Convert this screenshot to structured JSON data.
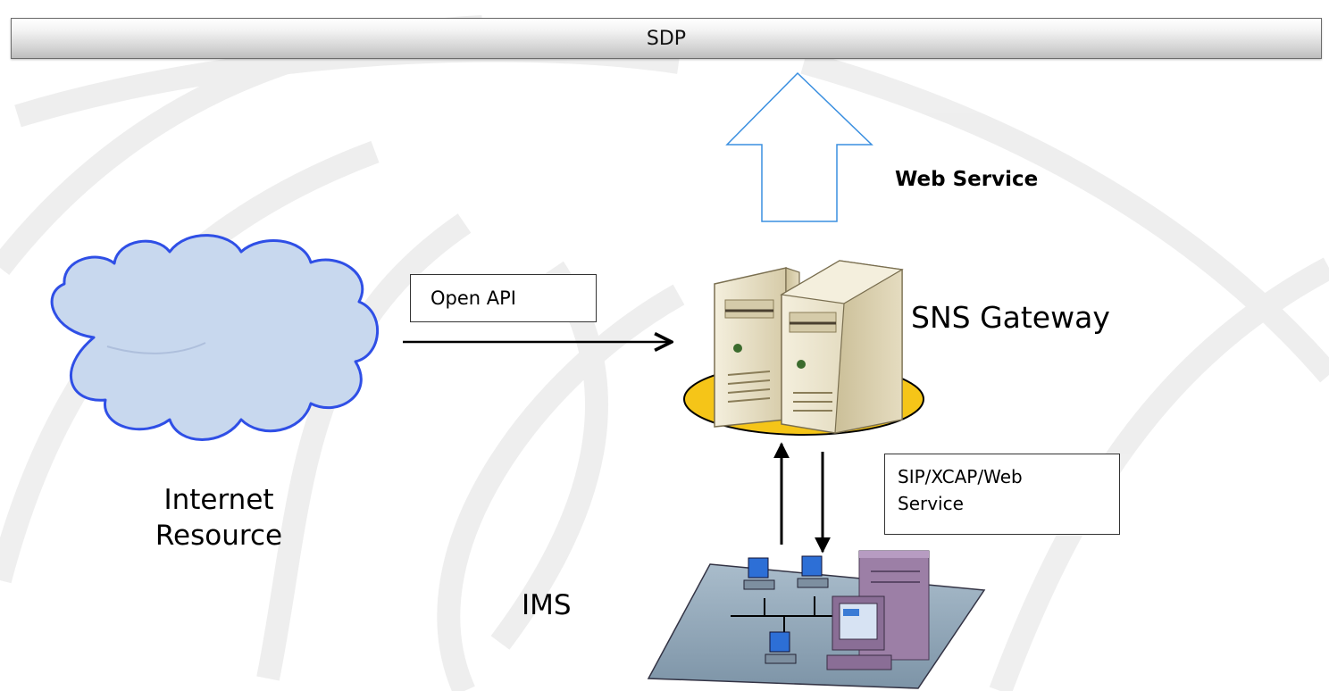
{
  "sdp_label": "SDP",
  "web_service_label": "Web Service",
  "open_api_label": "Open API",
  "sns_gateway_label": "SNS Gateway",
  "sip_label_line1": "SIP/XCAP/Web",
  "sip_label_line2": "Service",
  "internet_label_line1": "Internet",
  "internet_label_line2": "Resource",
  "ims_label": "IMS",
  "colors": {
    "arrow_outline": "#3a8fe0",
    "cloud_fill": "#c8d8ee",
    "cloud_outline": "#2f4fe6",
    "platform_fill": "#f5c518",
    "server_body": "#e9e0c5",
    "network_plate": "#8fa6b8",
    "workstation": "#9c7fa6"
  },
  "icons": [
    "cloud-icon",
    "server-icon",
    "network-icon",
    "up-arrow-icon"
  ]
}
